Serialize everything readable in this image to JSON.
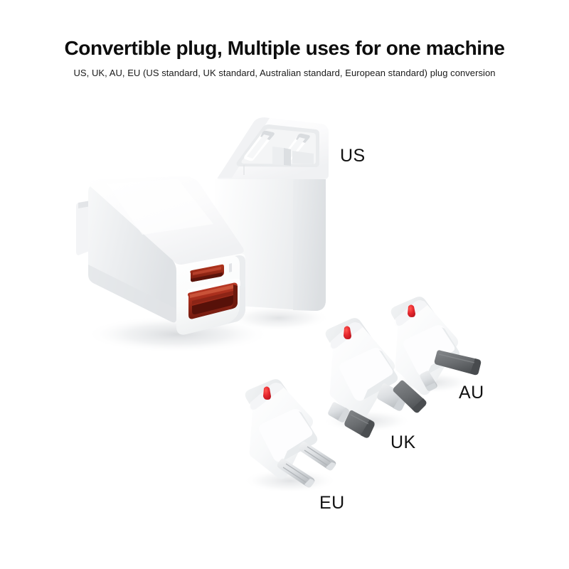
{
  "headline": "Convertible plug, Multiple uses for one machine",
  "subhead": "US, UK, AU, EU (US standard, UK standard, Australian standard, European standard) plug conversion",
  "labels": {
    "us": "US",
    "uk": "UK",
    "au": "AU",
    "eu": "EU"
  },
  "colors": {
    "background": "#ffffff",
    "headline_text": "#0d0d0d",
    "subhead_text": "#1a1a1a",
    "label_text": "#111111",
    "body_white": "#ffffff",
    "body_shade_light": "#f2f3f4",
    "body_shade_mid": "#e3e5e7",
    "body_shade_dark": "#d2d5d8",
    "port_red": "#b4301f",
    "port_red_deep": "#7d1d11",
    "release_button_red": "#e8292f",
    "pin_grey": "#6e7174",
    "pin_grey_dark": "#55585b",
    "pin_silver": "#c9ccd0",
    "shadow": "#d8dadd"
  },
  "products": [
    {
      "id": "charger-front",
      "name": "USB-C + USB-A wall charger, front view",
      "ports": [
        "usb-c",
        "usb-a"
      ],
      "plug_state": "plug-removed"
    },
    {
      "id": "charger-rear",
      "name": "Wall charger with US folding blades, rear view",
      "plug_type": "US",
      "blades": 2,
      "blade_shape": "flat-parallel-folding"
    },
    {
      "id": "adapter-eu",
      "name": "EU plug adapter",
      "plug_type": "EU",
      "pins": 2,
      "pin_shape": "round",
      "has_release_button": true
    },
    {
      "id": "adapter-uk",
      "name": "UK plug adapter",
      "plug_type": "UK",
      "pins": 3,
      "pin_shape": "rectangular",
      "has_release_button": true
    },
    {
      "id": "adapter-au",
      "name": "AU plug adapter",
      "plug_type": "AU",
      "pins": 3,
      "pin_shape": "angled-flat-blades",
      "has_release_button": true
    }
  ]
}
